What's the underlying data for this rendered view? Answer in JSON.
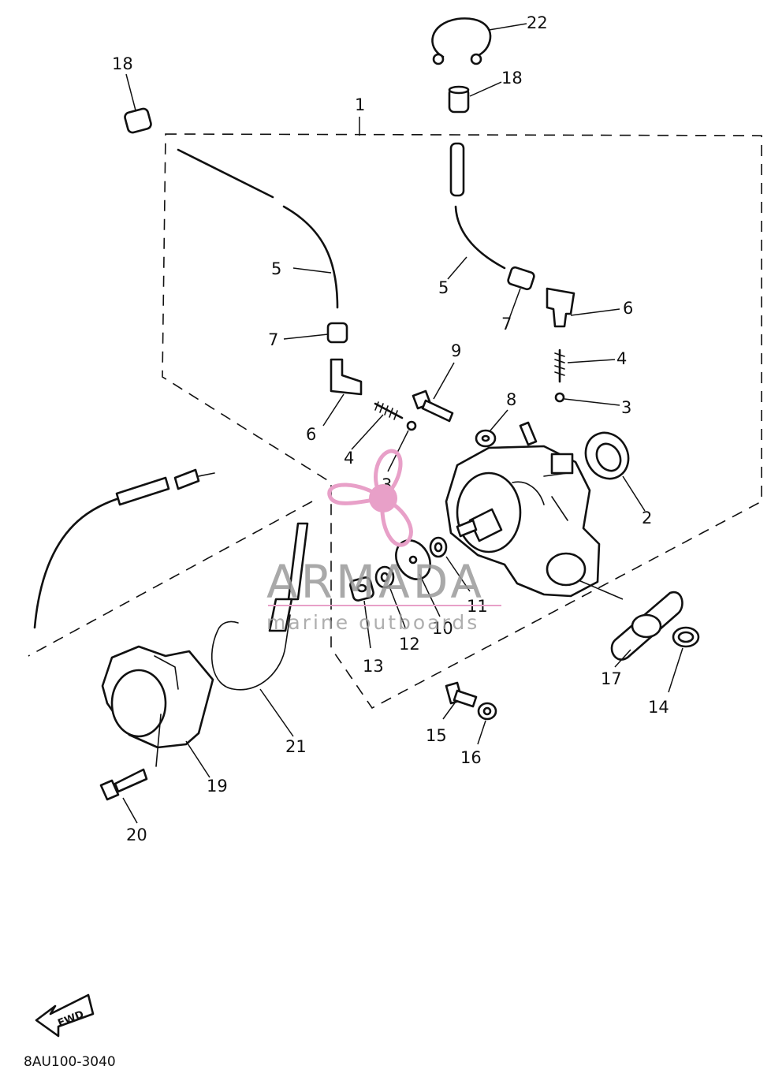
{
  "diagram": {
    "callouts": [
      {
        "id": "c1",
        "label": "1"
      },
      {
        "id": "c2",
        "label": "2"
      },
      {
        "id": "c3a",
        "label": "3"
      },
      {
        "id": "c3b",
        "label": "3"
      },
      {
        "id": "c4a",
        "label": "4"
      },
      {
        "id": "c4b",
        "label": "4"
      },
      {
        "id": "c5a",
        "label": "5"
      },
      {
        "id": "c5b",
        "label": "5"
      },
      {
        "id": "c6a",
        "label": "6"
      },
      {
        "id": "c6b",
        "label": "6"
      },
      {
        "id": "c7a",
        "label": "7"
      },
      {
        "id": "c7b",
        "label": "7"
      },
      {
        "id": "c8",
        "label": "8"
      },
      {
        "id": "c9",
        "label": "9"
      },
      {
        "id": "c10",
        "label": "10"
      },
      {
        "id": "c11",
        "label": "11"
      },
      {
        "id": "c12",
        "label": "12"
      },
      {
        "id": "c13",
        "label": "13"
      },
      {
        "id": "c14",
        "label": "14"
      },
      {
        "id": "c15",
        "label": "15"
      },
      {
        "id": "c16",
        "label": "16"
      },
      {
        "id": "c17",
        "label": "17"
      },
      {
        "id": "c18a",
        "label": "18"
      },
      {
        "id": "c18b",
        "label": "18"
      },
      {
        "id": "c19",
        "label": "19"
      },
      {
        "id": "c20",
        "label": "20"
      },
      {
        "id": "c21",
        "label": "21"
      },
      {
        "id": "c22",
        "label": "22"
      }
    ],
    "diagram_code": "8AU100-3040",
    "fwd_label": "FWD"
  },
  "watermark": {
    "brand": "ARMADA",
    "tagline": "marine outboards",
    "color": "#e8a0c8"
  }
}
